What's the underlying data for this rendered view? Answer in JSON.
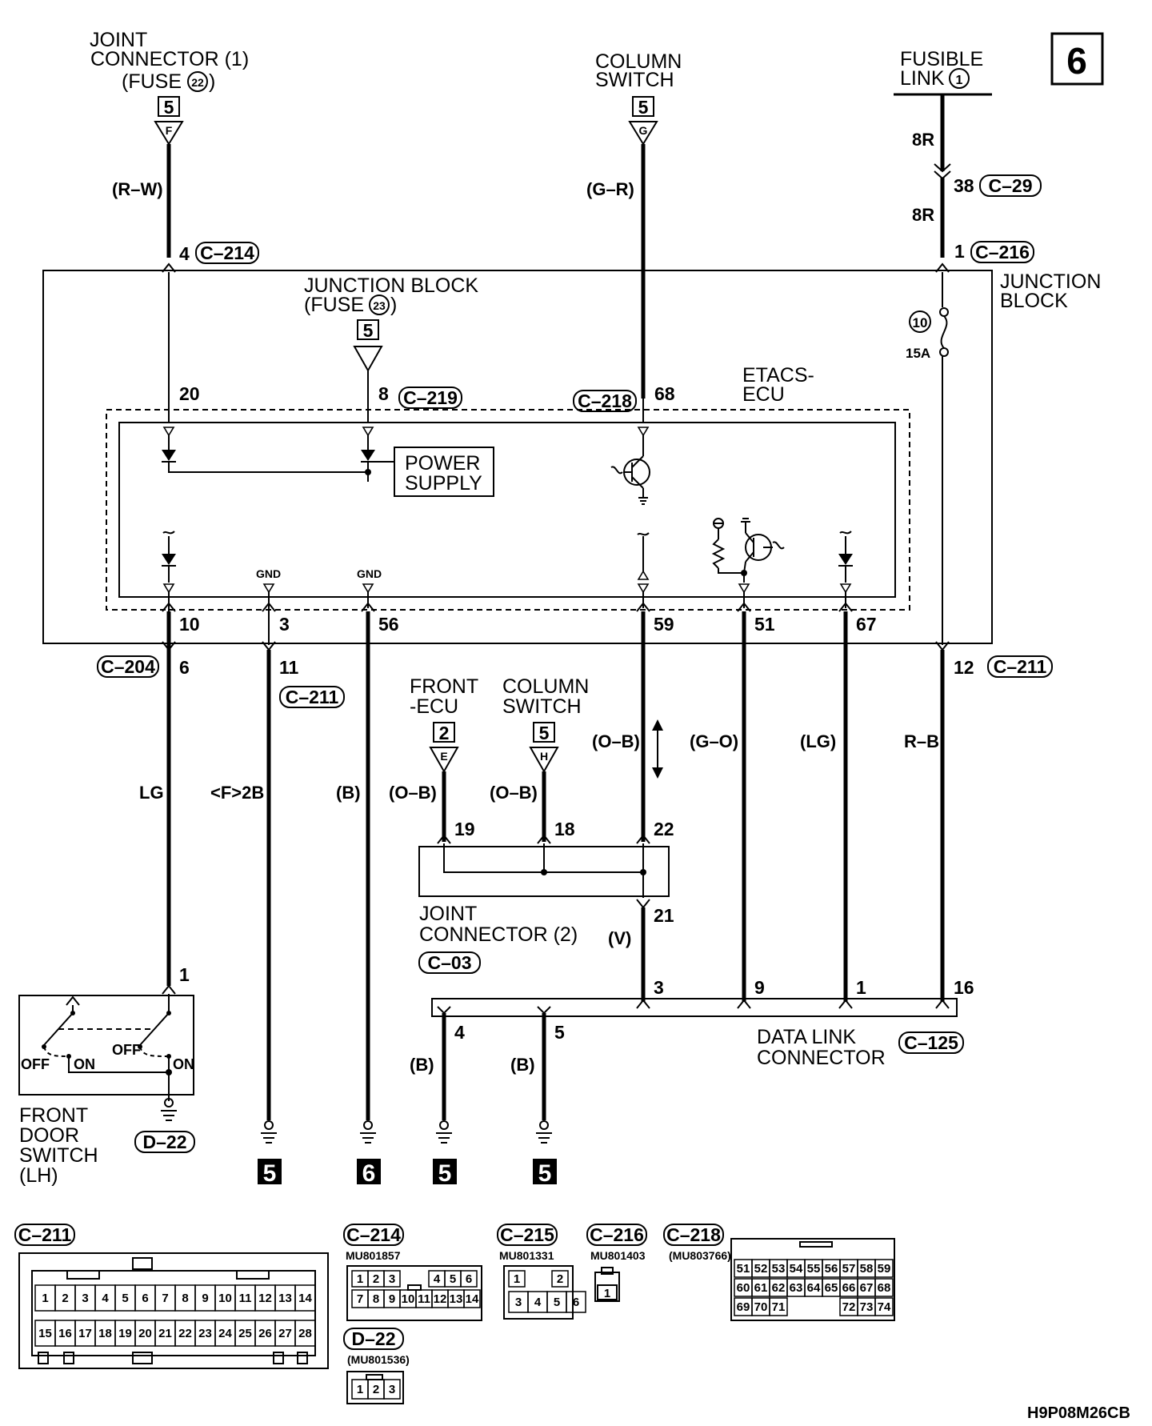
{
  "page": {
    "number": "6",
    "drawing_code": "H9P08M26CB"
  },
  "sources": {
    "joint_connector_1": {
      "line1": "JOINT",
      "line2": "CONNECTOR (1)",
      "line3_pre": "(FUSE",
      "fuse_num": "22",
      "line3_post": ")",
      "box": "5",
      "letter": "F",
      "wire": "(R–W)",
      "pin": "4",
      "conn": "C–214"
    },
    "column_switch_top": {
      "line1": "COLUMN",
      "line2": "SWITCH",
      "box": "5",
      "letter": "G",
      "wire": "(G–R)"
    },
    "fusible_link": {
      "line1": "FUSIBLE",
      "line2": "LINK",
      "num": "1",
      "wire_a": "8R",
      "pin_a": "38",
      "conn_a": "C–29",
      "wire_b": "8R",
      "pin_b": "1",
      "conn_b": "C–216"
    }
  },
  "junction_block": {
    "label1": "JUNCTION",
    "label2": "BLOCK",
    "fuse23_line1": "JUNCTION BLOCK",
    "fuse23_pre": "(FUSE",
    "fuse23_num": "23",
    "fuse23_post": ")",
    "fuse23_box": "5",
    "fuse10_num": "10",
    "fuse10_rating": "15A",
    "pin20": "20",
    "pin8": "8",
    "conn_c219": "C–219",
    "conn_c218": "C–218",
    "pin68": "68",
    "bottom_pins": [
      "10",
      "3",
      "56",
      "59",
      "51",
      "67"
    ],
    "ecu_line1": "ETACS-",
    "ecu_line2": "ECU",
    "power_line1": "POWER",
    "power_line2": "SUPPLY",
    "gnd": "GND"
  },
  "lower": {
    "conn_c204": "C–204",
    "pin6": "6",
    "pin11": "11",
    "conn_c211_a": "C–211",
    "pin12": "12",
    "conn_c211_b": "C–211",
    "wire_lg": "LG",
    "wire_f2b": "<F>2B",
    "wire_b": "(B)",
    "wire_ob1": "(O–B)",
    "wire_ob2": "(O–B)",
    "wire_ob3": "(O–B)",
    "wire_go": "(G–O)",
    "wire_lg2": "(LG)",
    "wire_rb": "R–B",
    "wire_v": "(V)",
    "front_ecu_1": "FRONT",
    "front_ecu_2": "-ECU",
    "front_ecu_box": "2",
    "front_ecu_letter": "E",
    "col_sw_1": "COLUMN",
    "col_sw_2": "SWITCH",
    "col_sw_box": "5",
    "col_sw_letter": "H",
    "jc2_pins": [
      "19",
      "18",
      "22",
      "21"
    ],
    "jc2_line1": "JOINT",
    "jc2_line2": "CONNECTOR (2)",
    "jc2_conn": "C–03",
    "dlc_pins": [
      "4",
      "5",
      "3",
      "9",
      "1",
      "16"
    ],
    "dlc_line1": "DATA LINK",
    "dlc_line2": "CONNECTOR",
    "dlc_conn": "C–125",
    "dlc_wire4": "(B)",
    "dlc_wire5": "(B)",
    "door_pin": "1",
    "door_off1": "OFF",
    "door_on1": "ON",
    "door_off2": "OFF",
    "door_on2": "ON",
    "door_l1": "FRONT",
    "door_l2": "DOOR",
    "door_l3": "SWITCH",
    "door_l4": "(LH)",
    "door_conn": "D–22",
    "ground_refs": [
      "5",
      "6",
      "5",
      "5"
    ]
  },
  "connectors": {
    "c211": {
      "tag": "C–211",
      "row1": [
        "1",
        "2",
        "3",
        "4",
        "5",
        "6",
        "7",
        "8",
        "9",
        "10",
        "11",
        "12",
        "13",
        "14"
      ],
      "row2": [
        "15",
        "16",
        "17",
        "18",
        "19",
        "20",
        "21",
        "22",
        "23",
        "24",
        "25",
        "26",
        "27",
        "28"
      ]
    },
    "c214": {
      "tag": "C–214",
      "part": "MU801857",
      "row1": [
        "1",
        "2",
        "3",
        "4",
        "5",
        "6"
      ],
      "row2": [
        "7",
        "8",
        "9",
        "10",
        "11",
        "12",
        "13",
        "14"
      ]
    },
    "c215": {
      "tag": "C–215",
      "part": "MU801331",
      "row1": [
        "1",
        "2"
      ],
      "row2": [
        "3",
        "4",
        "5",
        "6"
      ]
    },
    "c216": {
      "tag": "C–216",
      "part": "MU801403",
      "cells": [
        "1"
      ]
    },
    "c218": {
      "tag": "C–218",
      "part": "(MU803766)",
      "row1": [
        "51",
        "52",
        "53",
        "54",
        "55",
        "56",
        "57",
        "58",
        "59"
      ],
      "row2": [
        "60",
        "61",
        "62",
        "63",
        "64",
        "65",
        "66",
        "67",
        "68"
      ],
      "row3": [
        "69",
        "70",
        "71",
        "72",
        "73",
        "74"
      ]
    },
    "d22": {
      "tag": "D–22",
      "part": "(MU801536)",
      "cells": [
        "1",
        "2",
        "3"
      ]
    }
  }
}
